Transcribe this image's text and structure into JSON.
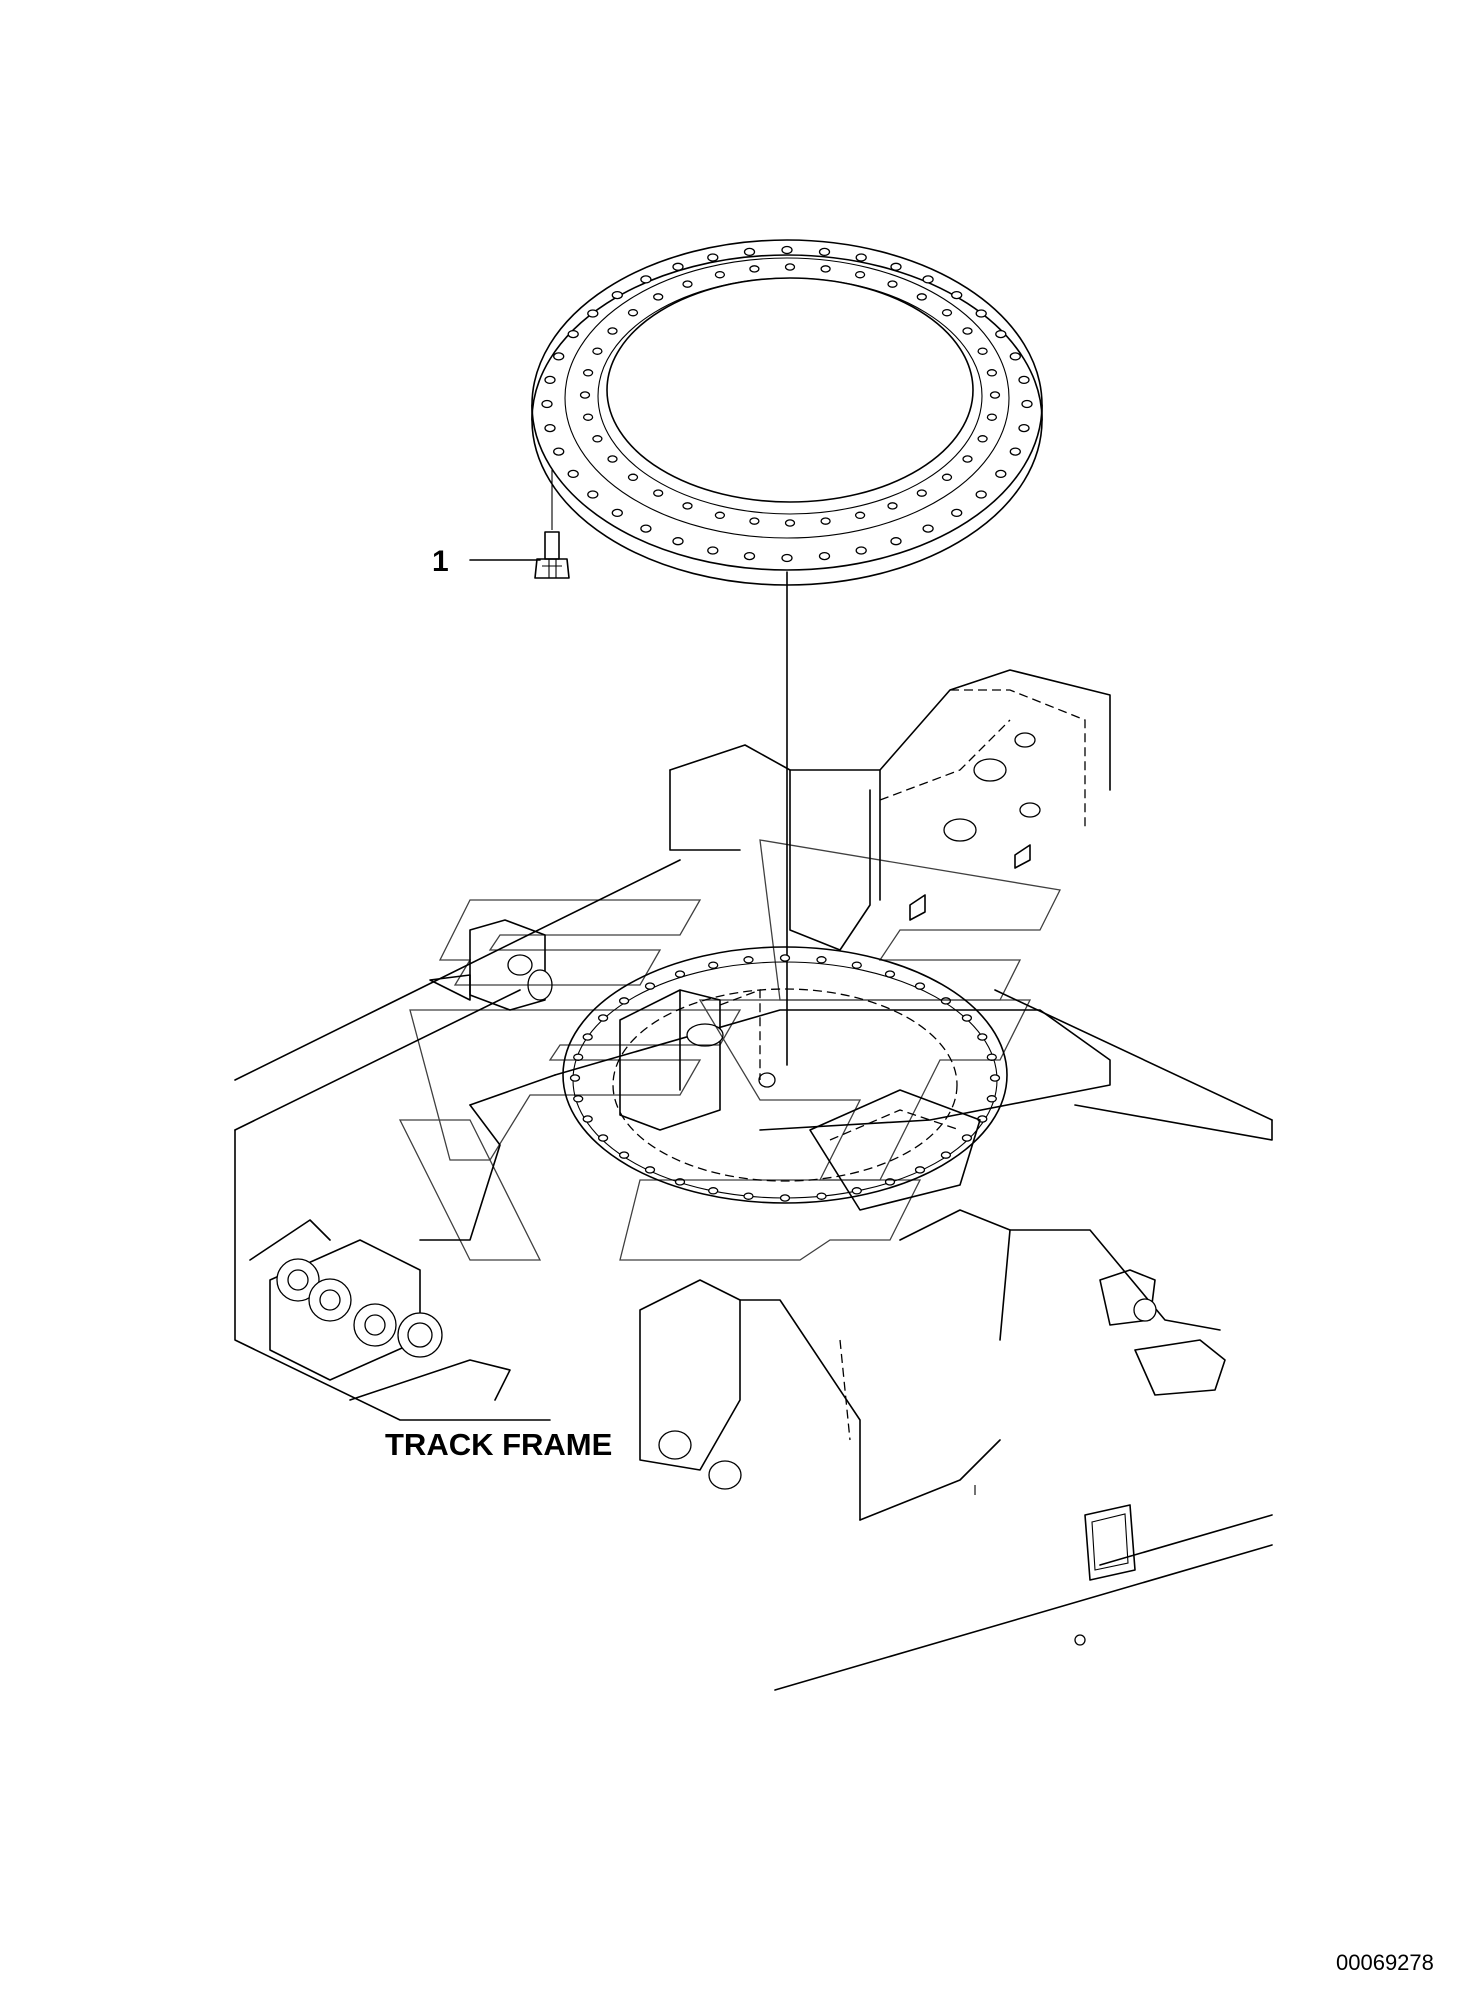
{
  "diagram": {
    "callouts": [
      {
        "number": "1",
        "part": "bolt"
      }
    ],
    "labels": {
      "track_frame": "TRACK FRAME"
    },
    "document_number": "00069278",
    "icons": {
      "slewing_ring": "slewing-ring-drawing",
      "bolt": "bolt-icon",
      "track_frame": "track-frame-drawing",
      "watermark": "watermark-logo"
    },
    "colors": {
      "line": "#000000",
      "background": "#ffffff"
    }
  }
}
